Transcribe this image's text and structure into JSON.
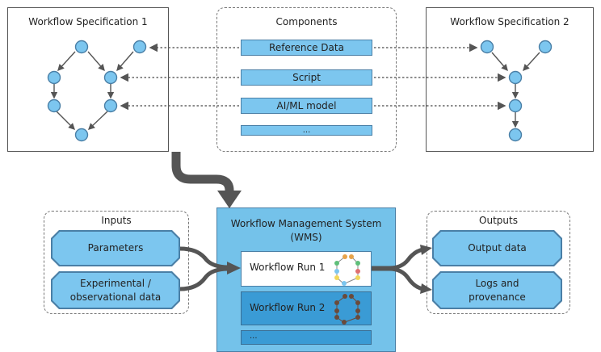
{
  "spec1": {
    "title": "Workflow Specification 1"
  },
  "spec2": {
    "title": "Workflow Specification 2"
  },
  "components": {
    "title": "Components",
    "items": [
      "Reference Data",
      "Script",
      "AI/ML model",
      "..."
    ]
  },
  "wms": {
    "title_line1": "Workflow Management System",
    "title_line2": "(WMS)",
    "runs": [
      "Workflow Run 1",
      "Workflow Run 2",
      "..."
    ]
  },
  "inputs": {
    "title": "Inputs",
    "items": [
      "Parameters",
      "Experimental /",
      "observational data"
    ]
  },
  "outputs": {
    "title": "Outputs",
    "items": [
      "Output data",
      "Logs and",
      "provenance"
    ]
  },
  "colors": {
    "node": "#7cc6ef",
    "wms_bg": "#74c2ea",
    "run_active": "#3a9bd5",
    "arrow": "#555555"
  }
}
